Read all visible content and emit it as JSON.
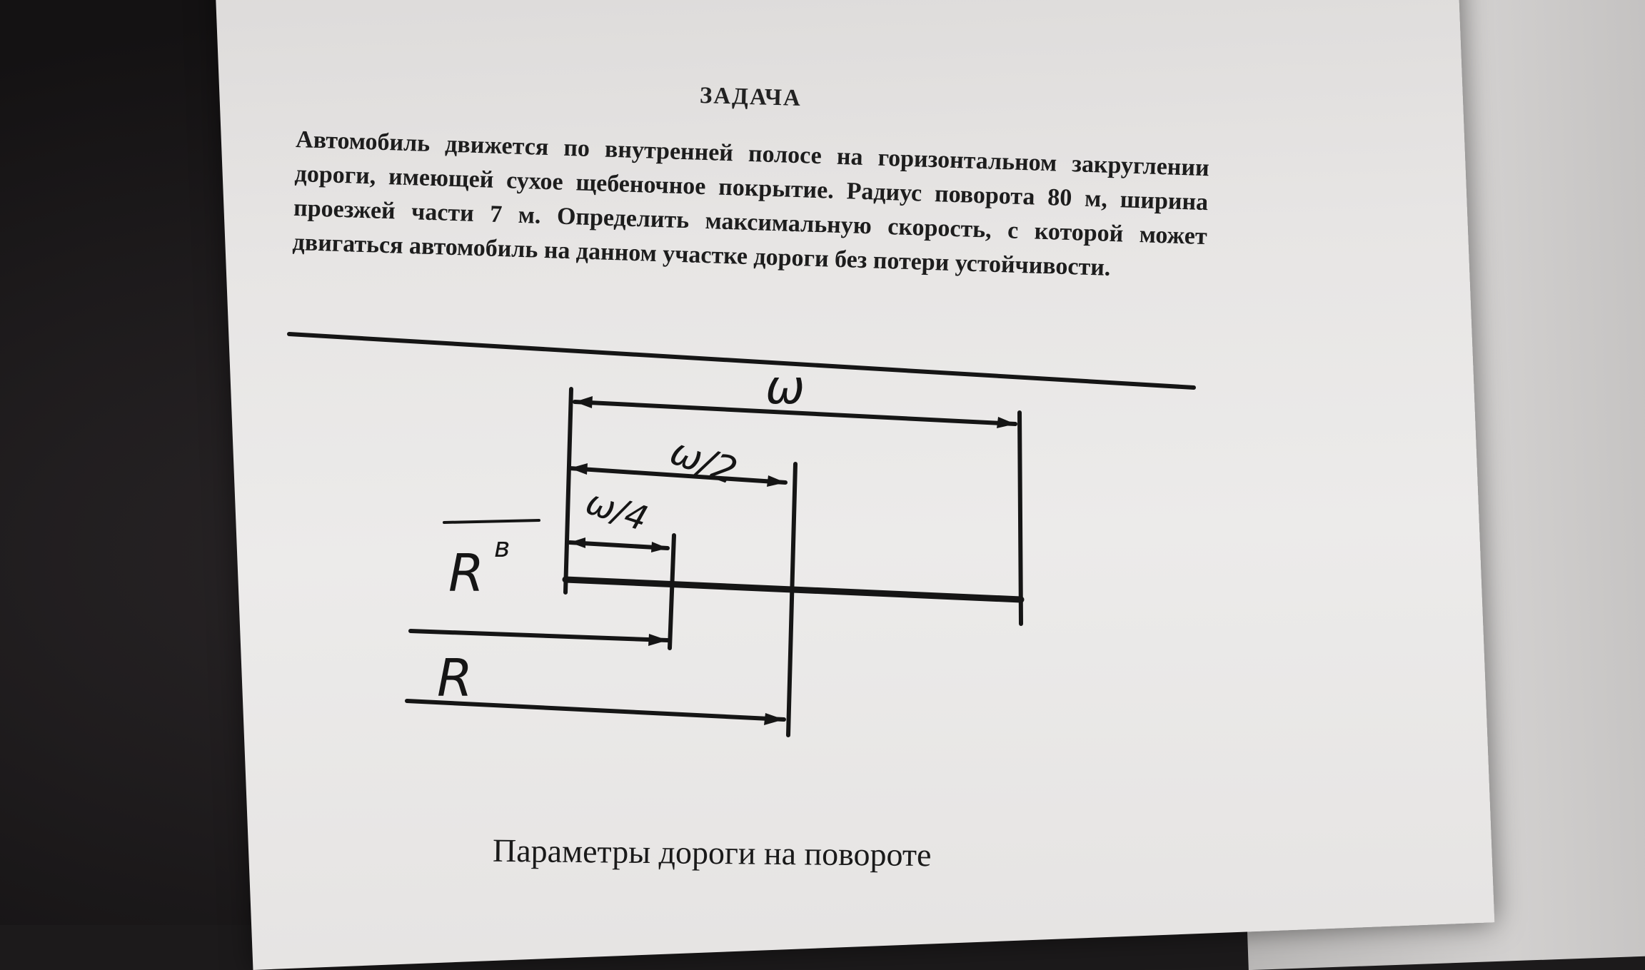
{
  "document": {
    "title": "ЗАДАЧА",
    "problem_text": "Автомобиль движется по внутренней полосе на горизонтальном закруглении дороги, имеющей сухое щебеночное покрытие. Радиус поворота 80 м, ширина проезжей части 7 м. Определить максимальную скорость, с которой может двигаться автомобиль на данном участке дороги без потери устойчивости.",
    "caption": "Параметры дороги на повороте"
  },
  "figure": {
    "labels": {
      "w": "ω",
      "w_half": "ω/2",
      "w_quarter": "ω/4",
      "r_b": "R",
      "r_b_superscript": "в",
      "r": "R"
    }
  },
  "colors": {
    "paper": "#e7e5e4",
    "ink": "#1d1d1d",
    "background": "#1c1a1b"
  }
}
